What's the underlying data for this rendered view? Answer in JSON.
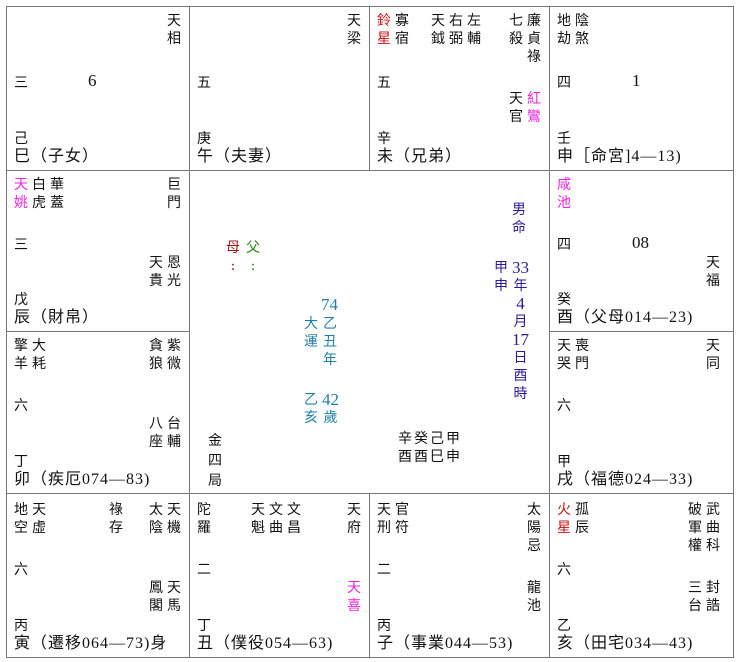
{
  "chart": {
    "gender": [
      "男",
      "命"
    ],
    "birth_ganzhi": [
      "甲",
      "申"
    ],
    "birth": [
      "33",
      "年",
      "4",
      "月",
      "17",
      "日",
      "酉",
      "時"
    ],
    "bureau": [
      "金",
      "四",
      "局"
    ],
    "parents": {
      "mother": "母",
      "father": "父",
      "mother_colon": ":",
      "father_colon": ":"
    },
    "luck": {
      "age": "74",
      "label": [
        "大",
        "運"
      ],
      "year": [
        "乙",
        "丑",
        "年"
      ],
      "liunian": [
        "乙",
        "亥"
      ],
      "sui": [
        "42",
        "歲"
      ]
    },
    "pillars": {
      "stems": [
        "辛",
        "癸",
        "己",
        "甲"
      ],
      "branches": [
        "酉",
        "酉",
        "巳",
        "申"
      ]
    }
  },
  "palaces": {
    "si": {
      "stars_right": [
        [
          "天",
          "相"
        ]
      ],
      "stars_left": [],
      "bottom_right": [],
      "digit": "三",
      "number": "6",
      "stem": "己",
      "branch_label": "巳（子女）"
    },
    "wu": {
      "stars_right": [
        [
          "天",
          "梁"
        ]
      ],
      "digit": "五",
      "stem": "庚",
      "branch_label": "午（夫妻）"
    },
    "wei": {
      "stars_left": [
        [
          "鈴",
          "星"
        ],
        [
          "寡",
          "宿"
        ]
      ],
      "stars_mid": [
        [
          "天",
          "鉞"
        ],
        [
          "右",
          "弼"
        ],
        [
          "左",
          "輔"
        ]
      ],
      "stars_right": [
        [
          "七",
          "殺"
        ],
        [
          "廉",
          "貞",
          "祿"
        ]
      ],
      "bottom_right": [
        [
          "天",
          "官"
        ],
        [
          "紅",
          "鸞"
        ]
      ],
      "digit": "五",
      "stem": "辛",
      "branch_label": "未（兄弟）"
    },
    "shen": {
      "stars_left": [
        [
          "地",
          "劫"
        ],
        [
          "陰",
          "煞"
        ]
      ],
      "digit": "四",
      "number": "1",
      "stem": "壬",
      "branch_label": "申［命宮]4—13)"
    },
    "chen": {
      "stars_left": [
        [
          "天",
          "姚"
        ],
        [
          "白",
          "虎"
        ],
        [
          "華",
          "蓋"
        ]
      ],
      "stars_right": [
        [
          "巨",
          "門"
        ]
      ],
      "bottom_right": [
        [
          "天",
          "貴"
        ],
        [
          "恩",
          "光"
        ]
      ],
      "digit": "三",
      "stem": "戊",
      "branch_label": "辰（財帛）"
    },
    "you": {
      "stars_left": [
        [
          "咸",
          "池"
        ]
      ],
      "bottom_right": [
        [
          "天",
          "福"
        ]
      ],
      "digit": "四",
      "number": "08",
      "stem": "癸",
      "branch_label": "酉（父母014—23)"
    },
    "mao": {
      "stars_left": [
        [
          "擎",
          "羊"
        ],
        [
          "大",
          "耗"
        ]
      ],
      "stars_right": [
        [
          "貪",
          "狼"
        ],
        [
          "紫",
          "微"
        ]
      ],
      "bottom_right": [
        [
          "八",
          "座"
        ],
        [
          "台",
          "輔"
        ]
      ],
      "digit": "六",
      "stem": "丁",
      "branch_label": "卯（疾厄074—83)"
    },
    "xu": {
      "stars_left": [
        [
          "天",
          "哭"
        ],
        [
          "喪",
          "門"
        ]
      ],
      "stars_right": [
        [
          "天",
          "同"
        ]
      ],
      "digit": "六",
      "stem": "甲",
      "branch_label": "戌（福德024—33)"
    },
    "yin": {
      "stars_left": [
        [
          "地",
          "空"
        ],
        [
          "天",
          "虛"
        ]
      ],
      "stars_mid": [
        [
          "祿",
          "存"
        ]
      ],
      "stars_right": [
        [
          "太",
          "陰"
        ],
        [
          "天",
          "機"
        ]
      ],
      "bottom_right": [
        [
          "鳳",
          "閣"
        ],
        [
          "天",
          "馬"
        ]
      ],
      "digit": "六",
      "stem": "丙",
      "branch_label": "寅（遷移064—73)身"
    },
    "chou": {
      "stars_left": [
        [
          "陀",
          "羅"
        ]
      ],
      "stars_mid": [
        [
          "天",
          "魁"
        ],
        [
          "文",
          "曲"
        ],
        [
          "文",
          "昌"
        ]
      ],
      "stars_right": [
        [
          "天",
          "府"
        ]
      ],
      "bottom_right": [
        [
          "天",
          "喜"
        ]
      ],
      "digit": "二",
      "stem": "丁",
      "branch_label": "丑（僕役054—63)"
    },
    "zi": {
      "stars_left": [
        [
          "天",
          "刑"
        ],
        [
          "官",
          "符"
        ]
      ],
      "stars_right": [
        [
          "太",
          "陽",
          "忌"
        ]
      ],
      "bottom_right": [
        [
          "龍",
          "池"
        ]
      ],
      "digit": "二",
      "stem": "丙",
      "branch_label": "子（事業044—53)"
    },
    "hai": {
      "stars_left": [
        [
          "火",
          "星"
        ],
        [
          "孤",
          "辰"
        ]
      ],
      "stars_right": [
        [
          "破",
          "軍",
          "權"
        ],
        [
          "武",
          "曲",
          "科"
        ]
      ],
      "bottom_right": [
        [
          "三",
          "台"
        ],
        [
          "封",
          "誥"
        ]
      ],
      "digit": "六",
      "stem": "乙",
      "branch_label": "亥（田宅034—43)"
    }
  }
}
